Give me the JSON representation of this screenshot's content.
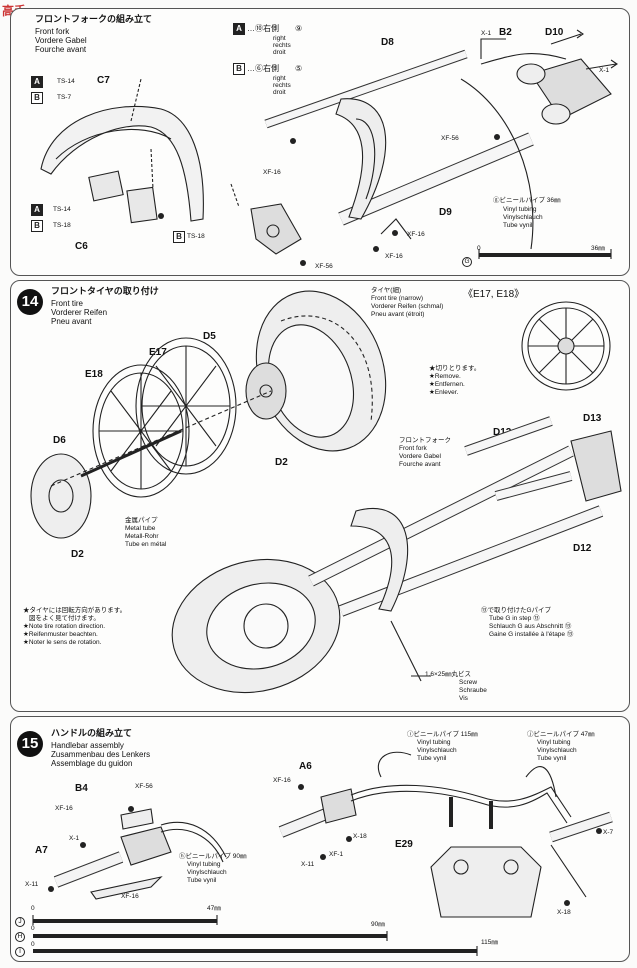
{
  "watermark": "高手",
  "step13": {
    "title_jp": "フロントフォークの組み立て",
    "title_en": "Front fork",
    "title_de": "Vordere Gabel",
    "title_fr": "Fourche avant",
    "noteA_box": "A",
    "noteA_text": "…⑩右側",
    "noteA_num": "⑨",
    "noteA_lines": [
      "right",
      "rechts",
      "droit"
    ],
    "noteB_box": "B",
    "noteB_text": "…⑥右側",
    "noteB_num": "⑤",
    "noteB_lines": [
      "right",
      "rechts",
      "droit"
    ],
    "parts": {
      "c7": "C7",
      "c6": "C6",
      "d8": "D8",
      "d9": "D9",
      "d10": "D10",
      "b2": "B2",
      "x1a": "X-1",
      "x1b": "X-1"
    },
    "screws": {
      "ts14a": "TS-14",
      "ts7": "TS-7",
      "ts14b": "TS-14",
      "ts18a": "TS-18",
      "ts18b": "TS-18",
      "xf16a": "XF-16",
      "xf16b": "XF-16",
      "xf16c": "XF-16",
      "xf56a": "XF-56",
      "xf56b": "XF-56"
    },
    "tube_jp": "ⓖビニールパイプ 36㎜",
    "tube_lines": [
      "Vinyl tubing",
      "Vinylschlauch",
      "Tube vynil"
    ],
    "scale_zero": "0",
    "scale_len": "36㎜",
    "scale_letter": "G"
  },
  "step14": {
    "num": "14",
    "title_jp": "フロントタイヤの取り付け",
    "title_en": "Front tire",
    "title_de": "Vorderer Reifen",
    "title_fr": "Pneu avant",
    "tire_jp": "タイヤ(細)",
    "tire_lines": [
      "Front tire (narrow)",
      "Vorderer Reifen (schmal)",
      "Pneu avant (étroit)"
    ],
    "variant": "《E17, E18》",
    "cut_jp": "★切りとります。",
    "cut_lines": [
      "★Remove.",
      "★Entfernen.",
      "★Enlever."
    ],
    "parts": {
      "d5": "D5",
      "e17": "E17",
      "e18": "E18",
      "d6": "D6",
      "d2a": "D2",
      "d2b": "D2",
      "d12a": "D12",
      "d12b": "D12",
      "d13": "D13"
    },
    "fork_jp": "フロントフォーク",
    "fork_lines": [
      "Front fork",
      "Vordere Gabel",
      "Fourche avant"
    ],
    "metal_jp": "金属パイプ",
    "metal_lines": [
      "Metal tube",
      "Metall-Rohr",
      "Tube en métal"
    ],
    "rot_lines": [
      "★タイヤには回転方向があります。",
      "図をよく見て付けます。",
      "★Note tire rotation direction.",
      "★Reifenmuster beachten.",
      "★Noter le sens de rotation."
    ],
    "tubeg_jp": "⑬で取り付けたGパイプ",
    "tubeg_lines": [
      "Tube G in step ⑬",
      "Schlauch G aus Abschnitt ⑬",
      "Gaine G installée à l'étape ⑬"
    ],
    "screw_jp": "1.6×25㎜丸ビス",
    "screw_lines": [
      "Screw",
      "Schraube",
      "Vis"
    ]
  },
  "step15": {
    "num": "15",
    "title_jp": "ハンドルの組み立て",
    "title_en": "Handlebar assembly",
    "title_de": "Zusammenbau des Lenkers",
    "title_fr": "Assemblage du guidon",
    "parts": {
      "b4": "B4",
      "a7": "A7",
      "a6": "A6",
      "e29": "E29"
    },
    "screws": {
      "xf56": "XF-56",
      "xf16a": "XF-16",
      "xf16b": "XF-16",
      "xf16c": "XF-16",
      "xf1a": "X-1",
      "xf1b": "XF-1",
      "x11a": "X-11",
      "x11b": "X-11",
      "x18a": "X-18",
      "x18b": "X-18",
      "x7": "X-7"
    },
    "tubeH_jp": "ⓗビニールパイプ 90㎜",
    "tubeH_lines": [
      "Vinyl tubing",
      "Vinylschlauch",
      "Tube vynil"
    ],
    "tubeI_jp": "ⓘビニールパイプ 115㎜",
    "tubeI_lines": [
      "Vinyl tubing",
      "Vinylschlauch",
      "Tube vynil"
    ],
    "tubeJ_jp": "ⓙビニールパイプ 47㎜",
    "tubeJ_lines": [
      "Vinyl tubing",
      "Vinylschlauch",
      "Tube vynil"
    ],
    "scales": [
      {
        "letter": "J",
        "zero": "0",
        "len": "47㎜"
      },
      {
        "letter": "H",
        "zero": "0",
        "len": "90㎜"
      },
      {
        "letter": "I",
        "zero": "0",
        "len": "115㎜"
      }
    ]
  }
}
